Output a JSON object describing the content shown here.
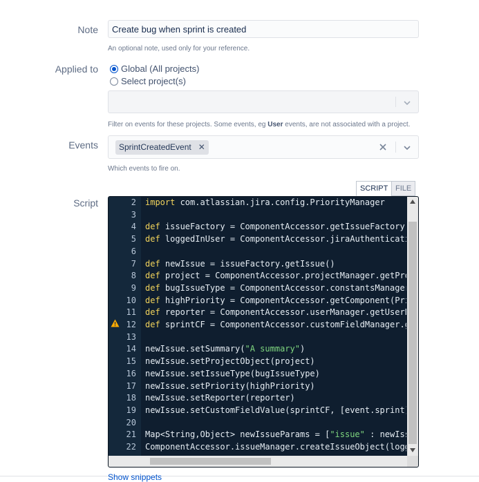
{
  "form": {
    "note_label": "Note",
    "note_value": "Create bug when sprint is created",
    "note_help": "An optional note, used only for your reference.",
    "applied_label": "Applied to",
    "radio_global": "Global (All projects)",
    "radio_select": "Select project(s)",
    "projects_help_pre": "Filter on events for these projects. Some events, eg ",
    "projects_help_bold": "User",
    "projects_help_post": " events, are not associated with a project.",
    "events_label": "Events",
    "event_tag": "SprintCreatedEvent",
    "events_help": "Which events to fire on.",
    "script_label": "Script",
    "tab_script": "SCRIPT",
    "tab_file": "FILE",
    "show_snippets": "Show snippets"
  },
  "editor": {
    "lines": [
      {
        "n": "2",
        "code": "import com.atlassian.jira.config.PriorityManager"
      },
      {
        "n": "3",
        "code": ""
      },
      {
        "n": "4",
        "code": "def issueFactory = ComponentAccessor.getIssueFactory()"
      },
      {
        "n": "5",
        "code": "def loggedInUser = ComponentAccessor.jiraAuthenticationContext"
      },
      {
        "n": "6",
        "code": ""
      },
      {
        "n": "7",
        "code": "def newIssue = issueFactory.getIssue()"
      },
      {
        "n": "8",
        "code": "def project = ComponentAccessor.projectManager.getProjectObj"
      },
      {
        "n": "9",
        "code": "def bugIssueType = ComponentAccessor.constantsManager.getAll"
      },
      {
        "n": "10",
        "code": "def highPriority = ComponentAccessor.getComponent(PriorityMan"
      },
      {
        "n": "11",
        "code": "def reporter = ComponentAccessor.userManager.getUserByKey"
      },
      {
        "n": "12",
        "code": "def sprintCF = ComponentAccessor.customFieldManager.getCustom"
      },
      {
        "n": "13",
        "code": ""
      },
      {
        "n": "14",
        "code": "newIssue.setSummary(\"A summary\")"
      },
      {
        "n": "15",
        "code": "newIssue.setProjectObject(project)"
      },
      {
        "n": "16",
        "code": "newIssue.setIssueType(bugIssueType)"
      },
      {
        "n": "17",
        "code": "newIssue.setPriority(highPriority)"
      },
      {
        "n": "18",
        "code": "newIssue.setReporter(reporter)"
      },
      {
        "n": "19",
        "code": "newIssue.setCustomFieldValue(sprintCF, [event.sprint])"
      },
      {
        "n": "20",
        "code": ""
      },
      {
        "n": "21",
        "code": "Map<String,Object> newIssueParams = [\"issue\" : newIssue] as Ma"
      },
      {
        "n": "22",
        "code": "ComponentAccessor.issueManager.createIssueObject(loggedInUser"
      }
    ]
  },
  "colors": {
    "editor_bg": "#0f1e2f",
    "keyword": "#f2d45c",
    "string": "#7fd77f",
    "link": "#0052cc"
  }
}
